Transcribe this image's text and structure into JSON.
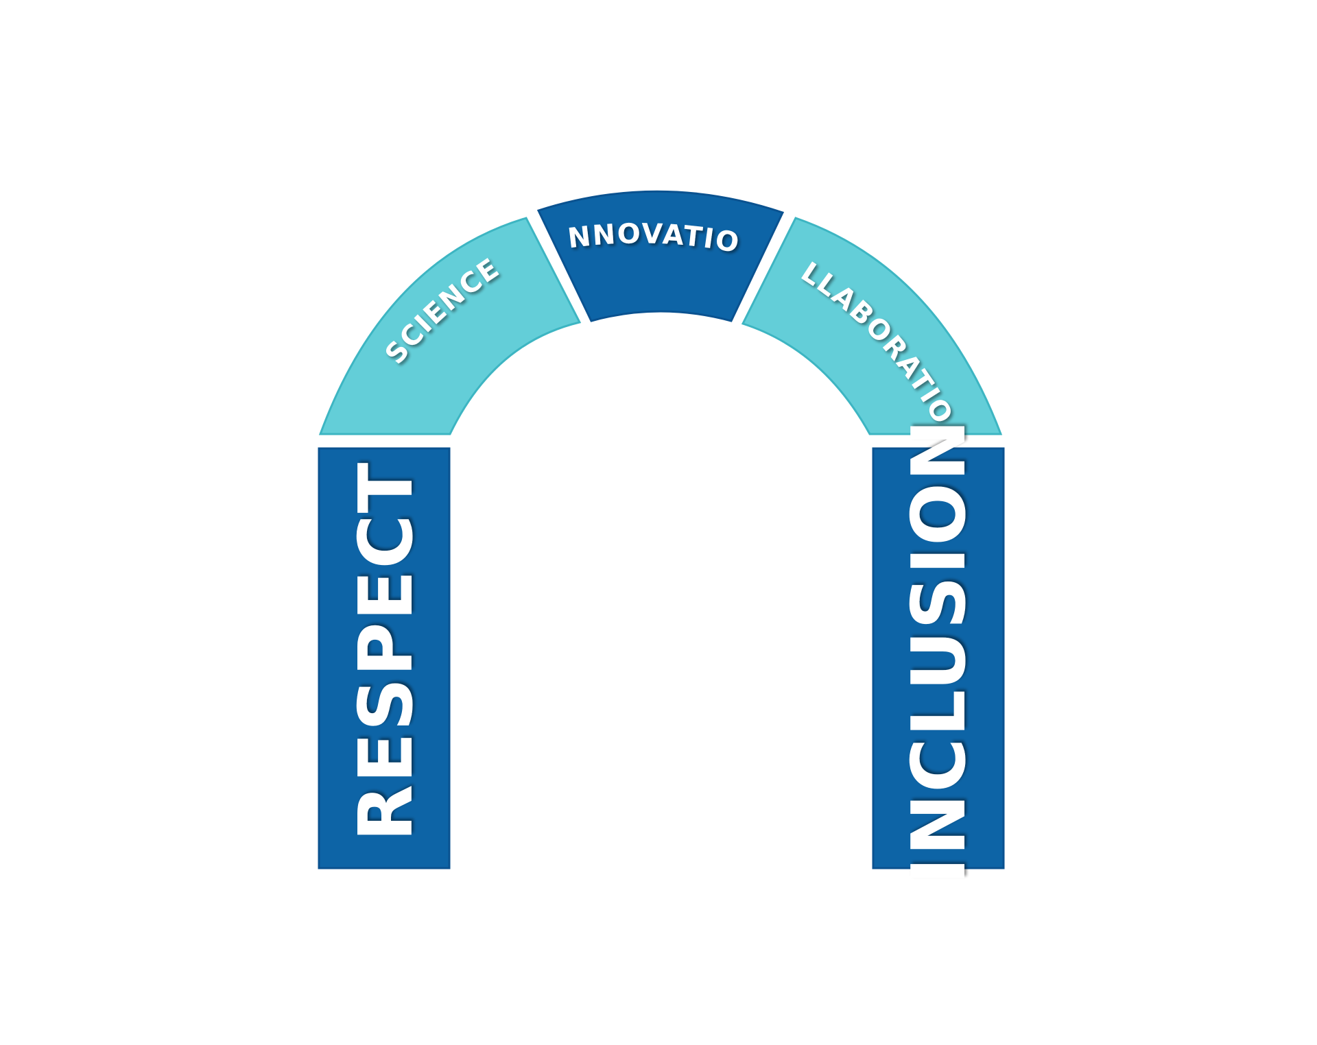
{
  "diagram": {
    "pillars": [
      {
        "key": "left",
        "label": "RESPECT"
      },
      {
        "key": "right",
        "label": "INCLUSION"
      }
    ],
    "arch_segments": [
      {
        "key": "left",
        "label": "SCIENCE"
      },
      {
        "key": "center",
        "label": "INNOVATION"
      },
      {
        "key": "right",
        "label": "COLLABORATION"
      }
    ]
  },
  "colors": {
    "dark_blue": "#0d64a6",
    "light_teal": "#63ced8",
    "text": "#ffffff"
  }
}
